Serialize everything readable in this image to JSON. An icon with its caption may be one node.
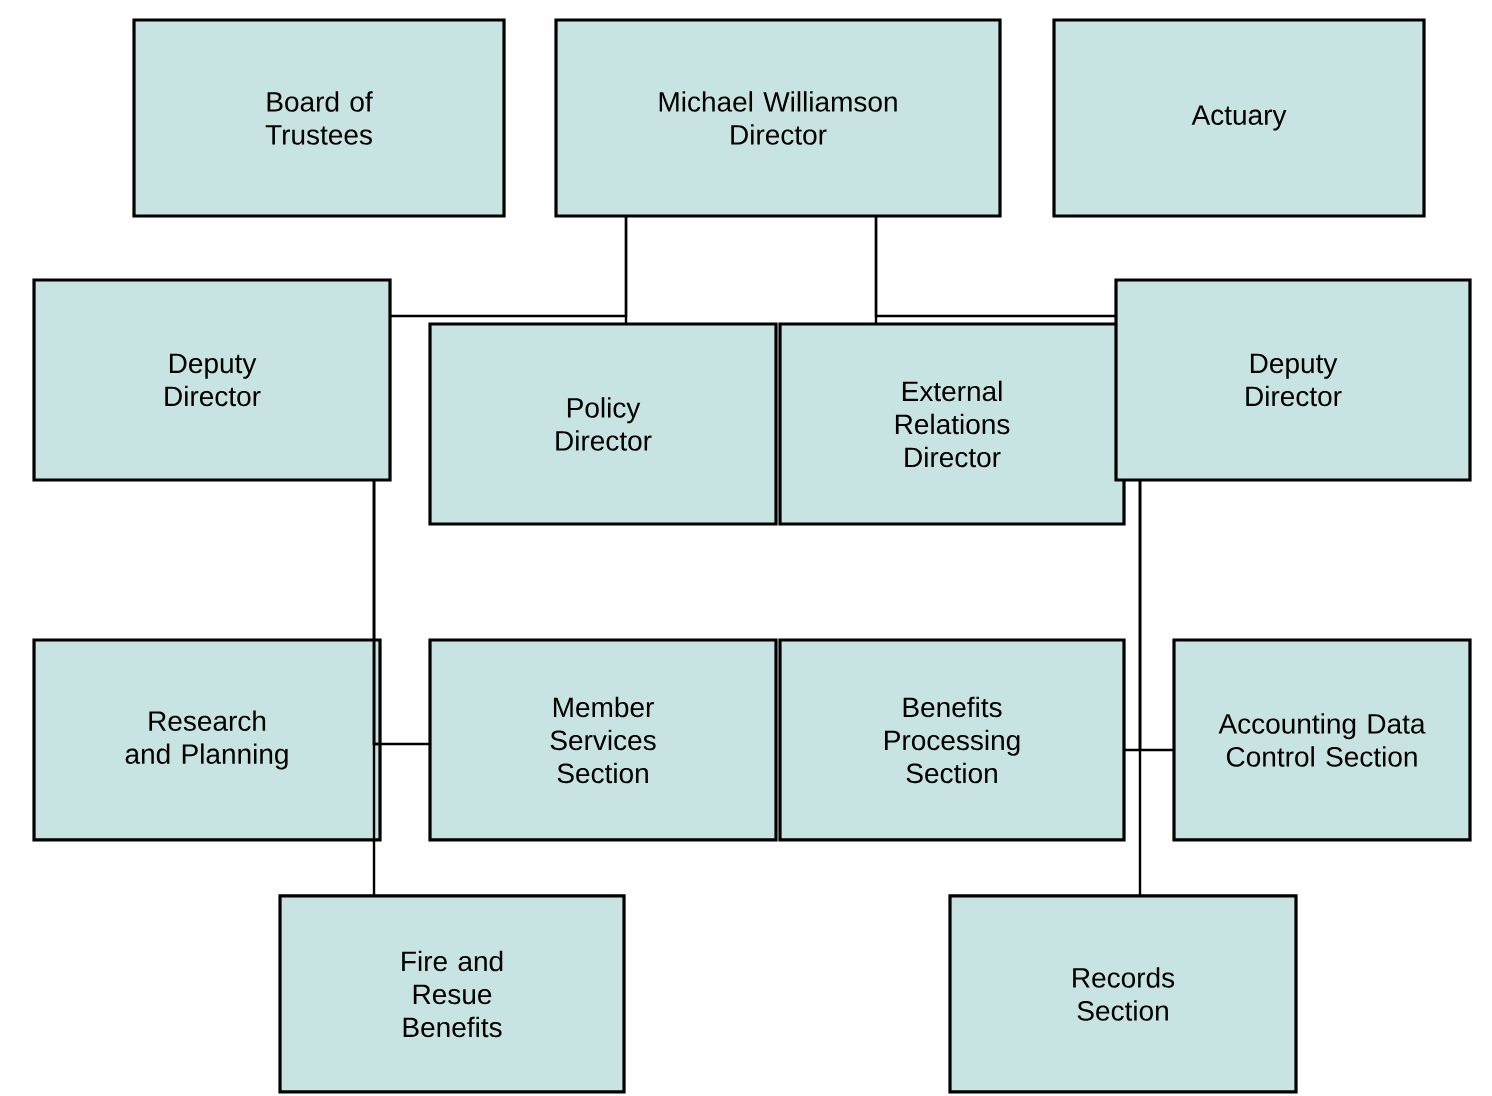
{
  "diagram": {
    "nodes": [
      {
        "text": [
          "Board of Trustees"
        ]
      },
      {
        "text": [
          "Michael Williamson Director"
        ]
      },
      {
        "text": [
          "Actuary"
        ]
      },
      {
        "text": [
          "Deputy Director"
        ]
      },
      {
        "text": [
          "Policy Director"
        ]
      },
      {
        "text": [
          "External Relations Director"
        ]
      },
      {
        "text": [
          "Deputy Director"
        ]
      },
      {
        "text": [
          "Research and Planning"
        ]
      },
      {
        "text": [
          "Member Services Section"
        ]
      },
      {
        "text": [
          "Benefits Processing Section"
        ]
      },
      {
        "text": [
          "Accounting Data Control Section"
        ]
      },
      {
        "text": [
          "Fire and Resue Benefits"
        ]
      },
      {
        "text": [
          "Records Section"
        ]
      }
    ],
    "edges": [
      {
        "from": 1,
        "to": 4,
        "arrow": "none"
      },
      {
        "from": 1,
        "to": 5,
        "arrow": "none"
      },
      {
        "from": 1,
        "to": 3,
        "arrow": "none"
      },
      {
        "from": 1,
        "to": 6,
        "arrow": "none"
      },
      {
        "from": 3,
        "to": 7,
        "arrow": "none"
      },
      {
        "from": 3,
        "to": 8,
        "arrow": "none"
      },
      {
        "from": 3,
        "to": 11,
        "arrow": "none"
      },
      {
        "from": 6,
        "to": 9,
        "arrow": "none"
      },
      {
        "from": 6,
        "to": 10,
        "arrow": "none"
      },
      {
        "from": 6,
        "to": 12,
        "arrow": "none"
      }
    ]
  }
}
